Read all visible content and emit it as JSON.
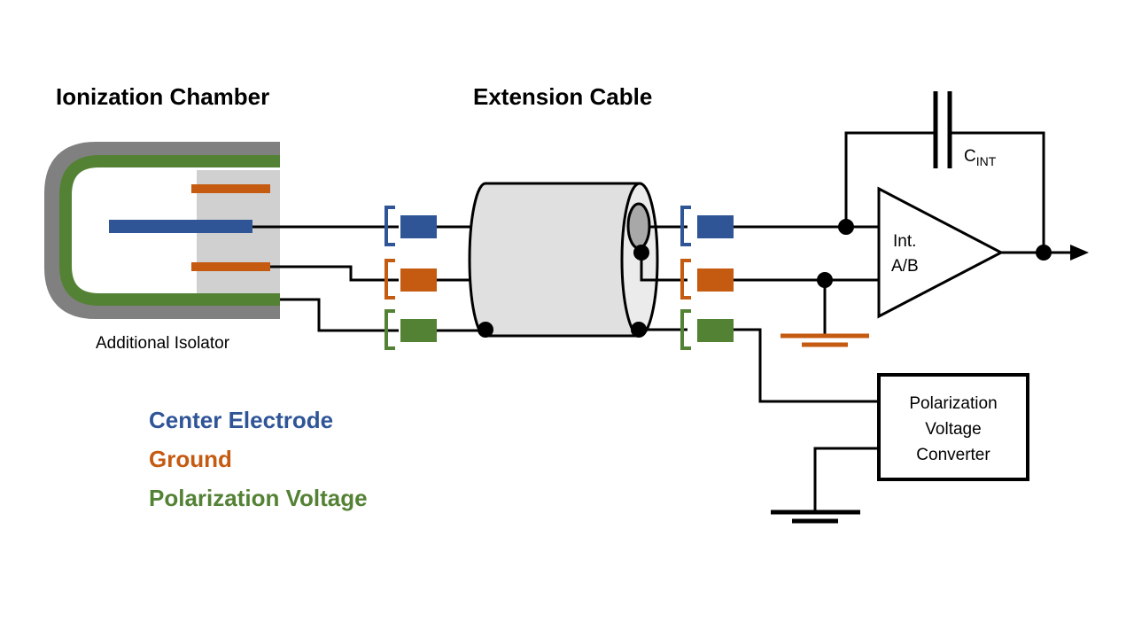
{
  "titles": {
    "chamber": "Ionization Chamber",
    "cable": "Extension Cable"
  },
  "labels": {
    "isolator": "Additional Isolator",
    "integrator_line1": "Int.",
    "integrator_line2": "A/B",
    "capacitor_main": "C",
    "capacitor_sub": "INT",
    "converter_line1": "Polarization",
    "converter_line2": "Voltage",
    "converter_line3": "Converter"
  },
  "legend": [
    {
      "label": "Center Electrode",
      "color": "#2f5597"
    },
    {
      "label": "Ground",
      "color": "#c55a11"
    },
    {
      "label": "Polarization Voltage",
      "color": "#548235"
    }
  ],
  "colors": {
    "center": "#2f5597",
    "ground": "#c55a11",
    "polarization": "#548235",
    "housing": "#808080",
    "isolator": "#d0d0d0",
    "cable": "#e0e0e0"
  }
}
